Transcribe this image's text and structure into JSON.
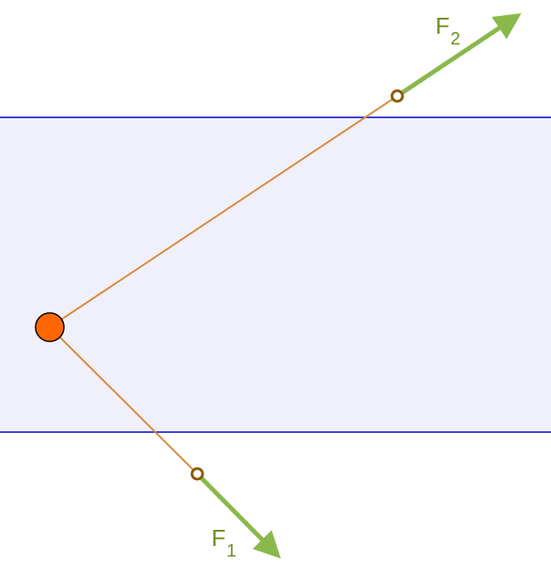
{
  "diagram": {
    "labels": {
      "f1_main": "F",
      "f1_sub": "1",
      "f2_main": "F",
      "f2_sub": "2"
    },
    "colors": {
      "band_fill": "#f0f0fc",
      "band_border": "#0000cc",
      "line": "#d98a3a",
      "arrow": "#8ab84a",
      "point_fill": "#ff6600",
      "handle": "#8b5a00",
      "label": "#6b8e23"
    }
  }
}
